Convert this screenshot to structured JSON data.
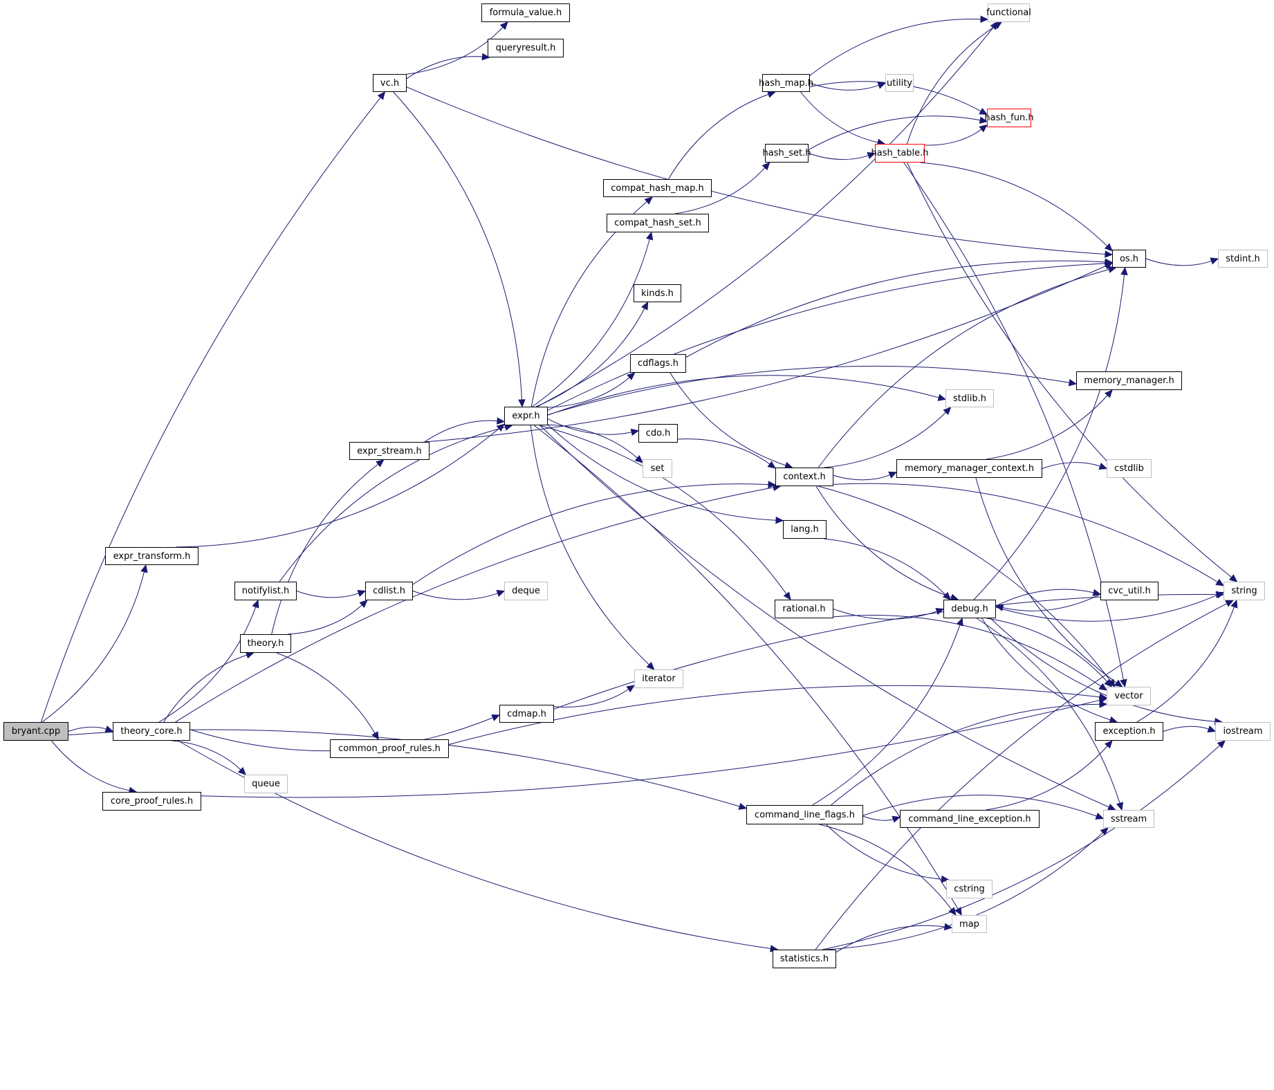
{
  "title": "bryant.cpp include dependency graph",
  "colors": {
    "edge": "#191970",
    "documented_border": "#000000",
    "external_border": "#bfbfbf",
    "truncated_border": "#ff0000",
    "root_fill": "#bfbfbf"
  },
  "nodes": [
    {
      "id": "bryant_cpp",
      "label": "bryant.cpp",
      "kind": "root"
    },
    {
      "id": "vc_h",
      "label": "vc.h",
      "kind": "documented"
    },
    {
      "id": "formula_value_h",
      "label": "formula_value.h",
      "kind": "documented"
    },
    {
      "id": "queryresult_h",
      "label": "queryresult.h",
      "kind": "documented"
    },
    {
      "id": "functional",
      "label": "functional",
      "kind": "external"
    },
    {
      "id": "hash_map_h",
      "label": "hash_map.h",
      "kind": "documented"
    },
    {
      "id": "utility",
      "label": "utility",
      "kind": "external"
    },
    {
      "id": "hash_fun_h",
      "label": "hash_fun.h",
      "kind": "truncated"
    },
    {
      "id": "hash_set_h",
      "label": "hash_set.h",
      "kind": "documented"
    },
    {
      "id": "hash_table_h",
      "label": "hash_table.h",
      "kind": "truncated"
    },
    {
      "id": "compat_hash_map_h",
      "label": "compat_hash_map.h",
      "kind": "documented"
    },
    {
      "id": "compat_hash_set_h",
      "label": "compat_hash_set.h",
      "kind": "documented"
    },
    {
      "id": "os_h",
      "label": "os.h",
      "kind": "documented"
    },
    {
      "id": "stdint_h",
      "label": "stdint.h",
      "kind": "external"
    },
    {
      "id": "kinds_h",
      "label": "kinds.h",
      "kind": "documented"
    },
    {
      "id": "cdflags_h",
      "label": "cdflags.h",
      "kind": "documented"
    },
    {
      "id": "memory_manager_h",
      "label": "memory_manager.h",
      "kind": "documented"
    },
    {
      "id": "stdlib_h",
      "label": "stdlib.h",
      "kind": "external"
    },
    {
      "id": "expr_h",
      "label": "expr.h",
      "kind": "documented"
    },
    {
      "id": "expr_stream_h",
      "label": "expr_stream.h",
      "kind": "documented"
    },
    {
      "id": "cdo_h",
      "label": "cdo.h",
      "kind": "documented"
    },
    {
      "id": "set",
      "label": "set",
      "kind": "external"
    },
    {
      "id": "context_h",
      "label": "context.h",
      "kind": "documented"
    },
    {
      "id": "memory_manager_context_h",
      "label": "memory_manager_context.h",
      "kind": "documented"
    },
    {
      "id": "cstdlib",
      "label": "cstdlib",
      "kind": "external"
    },
    {
      "id": "lang_h",
      "label": "lang.h",
      "kind": "documented"
    },
    {
      "id": "expr_transform_h",
      "label": "expr_transform.h",
      "kind": "documented"
    },
    {
      "id": "notifylist_h",
      "label": "notifylist.h",
      "kind": "documented"
    },
    {
      "id": "cdlist_h",
      "label": "cdlist.h",
      "kind": "documented"
    },
    {
      "id": "deque",
      "label": "deque",
      "kind": "external"
    },
    {
      "id": "string",
      "label": "string",
      "kind": "external"
    },
    {
      "id": "rational_h",
      "label": "rational.h",
      "kind": "documented"
    },
    {
      "id": "debug_h",
      "label": "debug.h",
      "kind": "documented"
    },
    {
      "id": "cvc_util_h",
      "label": "cvc_util.h",
      "kind": "documented"
    },
    {
      "id": "theory_h",
      "label": "theory.h",
      "kind": "documented"
    },
    {
      "id": "iterator",
      "label": "iterator",
      "kind": "external"
    },
    {
      "id": "vector",
      "label": "vector",
      "kind": "external"
    },
    {
      "id": "cdmap_h",
      "label": "cdmap.h",
      "kind": "documented"
    },
    {
      "id": "theory_core_h",
      "label": "theory_core.h",
      "kind": "documented"
    },
    {
      "id": "exception_h",
      "label": "exception.h",
      "kind": "documented"
    },
    {
      "id": "iostream",
      "label": "iostream",
      "kind": "external"
    },
    {
      "id": "common_proof_rules_h",
      "label": "common_proof_rules.h",
      "kind": "documented"
    },
    {
      "id": "queue",
      "label": "queue",
      "kind": "external"
    },
    {
      "id": "core_proof_rules_h",
      "label": "core_proof_rules.h",
      "kind": "documented"
    },
    {
      "id": "command_line_flags_h",
      "label": "command_line_flags.h",
      "kind": "documented"
    },
    {
      "id": "command_line_exception_h",
      "label": "command_line_exception.h",
      "kind": "documented"
    },
    {
      "id": "sstream",
      "label": "sstream",
      "kind": "external"
    },
    {
      "id": "cstring",
      "label": "cstring",
      "kind": "external"
    },
    {
      "id": "map",
      "label": "map",
      "kind": "external"
    },
    {
      "id": "statistics_h",
      "label": "statistics.h",
      "kind": "documented"
    }
  ],
  "edges": [
    [
      "bryant_cpp",
      "vc_h"
    ],
    [
      "bryant_cpp",
      "expr_transform_h"
    ],
    [
      "bryant_cpp",
      "theory_core_h"
    ],
    [
      "bryant_cpp",
      "core_proof_rules_h"
    ],
    [
      "bryant_cpp",
      "command_line_flags_h"
    ],
    [
      "vc_h",
      "formula_value_h"
    ],
    [
      "vc_h",
      "queryresult_h"
    ],
    [
      "vc_h",
      "os_h"
    ],
    [
      "vc_h",
      "expr_h"
    ],
    [
      "expr_transform_h",
      "expr_h"
    ],
    [
      "expr_stream_h",
      "expr_h"
    ],
    [
      "expr_stream_h",
      "os_h"
    ],
    [
      "notifylist_h",
      "expr_h"
    ],
    [
      "notifylist_h",
      "cdlist_h"
    ],
    [
      "theory_h",
      "expr_stream_h"
    ],
    [
      "theory_h",
      "cdlist_h"
    ],
    [
      "theory_h",
      "common_proof_rules_h"
    ],
    [
      "theory_core_h",
      "notifylist_h"
    ],
    [
      "theory_core_h",
      "theory_h"
    ],
    [
      "theory_core_h",
      "cdmap_h"
    ],
    [
      "theory_core_h",
      "queue"
    ],
    [
      "theory_core_h",
      "statistics_h"
    ],
    [
      "theory_core_h",
      "context_h"
    ],
    [
      "core_proof_rules_h",
      "vector"
    ],
    [
      "common_proof_rules_h",
      "vector"
    ],
    [
      "cdlist_h",
      "deque"
    ],
    [
      "cdlist_h",
      "context_h"
    ],
    [
      "cdmap_h",
      "iterator"
    ],
    [
      "cdmap_h",
      "string"
    ],
    [
      "expr_h",
      "functional"
    ],
    [
      "expr_h",
      "compat_hash_map_h"
    ],
    [
      "expr_h",
      "compat_hash_set_h"
    ],
    [
      "expr_h",
      "os_h"
    ],
    [
      "expr_h",
      "kinds_h"
    ],
    [
      "expr_h",
      "memory_manager_h"
    ],
    [
      "expr_h",
      "cdflags_h"
    ],
    [
      "expr_h",
      "stdlib_h"
    ],
    [
      "expr_h",
      "cdo_h"
    ],
    [
      "expr_h",
      "set"
    ],
    [
      "expr_h",
      "lang_h"
    ],
    [
      "expr_h",
      "rational_h"
    ],
    [
      "expr_h",
      "iterator"
    ],
    [
      "expr_h",
      "map"
    ],
    [
      "expr_h",
      "sstream"
    ],
    [
      "compat_hash_map_h",
      "hash_map_h"
    ],
    [
      "compat_hash_set_h",
      "hash_set_h"
    ],
    [
      "hash_map_h",
      "functional"
    ],
    [
      "hash_map_h",
      "utility"
    ],
    [
      "hash_map_h",
      "hash_fun_h"
    ],
    [
      "hash_map_h",
      "hash_table_h"
    ],
    [
      "hash_set_h",
      "hash_fun_h"
    ],
    [
      "hash_set_h",
      "hash_table_h"
    ],
    [
      "hash_table_h",
      "functional"
    ],
    [
      "hash_table_h",
      "hash_fun_h"
    ],
    [
      "hash_table_h",
      "os_h"
    ],
    [
      "hash_table_h",
      "string"
    ],
    [
      "hash_table_h",
      "vector"
    ],
    [
      "os_h",
      "stdint_h"
    ],
    [
      "cdflags_h",
      "os_h"
    ],
    [
      "cdflags_h",
      "context_h"
    ],
    [
      "cdo_h",
      "context_h"
    ],
    [
      "context_h",
      "stdlib_h"
    ],
    [
      "context_h",
      "os_h"
    ],
    [
      "context_h",
      "memory_manager_context_h"
    ],
    [
      "context_h",
      "string"
    ],
    [
      "context_h",
      "debug_h"
    ],
    [
      "context_h",
      "vector"
    ],
    [
      "memory_manager_context_h",
      "memory_manager_h"
    ],
    [
      "memory_manager_context_h",
      "cstdlib"
    ],
    [
      "memory_manager_context_h",
      "vector"
    ],
    [
      "lang_h",
      "debug_h"
    ],
    [
      "rational_h",
      "debug_h"
    ],
    [
      "rational_h",
      "vector"
    ],
    [
      "debug_h",
      "os_h"
    ],
    [
      "debug_h",
      "cvc_util_h"
    ],
    [
      "debug_h",
      "string"
    ],
    [
      "debug_h",
      "vector"
    ],
    [
      "debug_h",
      "exception_h"
    ],
    [
      "debug_h",
      "sstream"
    ],
    [
      "debug_h",
      "iostream"
    ],
    [
      "cvc_util_h",
      "debug_h"
    ],
    [
      "exception_h",
      "string"
    ],
    [
      "exception_h",
      "iostream"
    ],
    [
      "command_line_flags_h",
      "debug_h"
    ],
    [
      "command_line_flags_h",
      "vector"
    ],
    [
      "command_line_flags_h",
      "command_line_exception_h"
    ],
    [
      "command_line_flags_h",
      "sstream"
    ],
    [
      "command_line_flags_h",
      "cstring"
    ],
    [
      "command_line_flags_h",
      "map"
    ],
    [
      "command_line_exception_h",
      "exception_h"
    ],
    [
      "statistics_h",
      "map"
    ],
    [
      "statistics_h",
      "sstream"
    ],
    [
      "statistics_h",
      "string"
    ],
    [
      "statistics_h",
      "iostream"
    ]
  ]
}
